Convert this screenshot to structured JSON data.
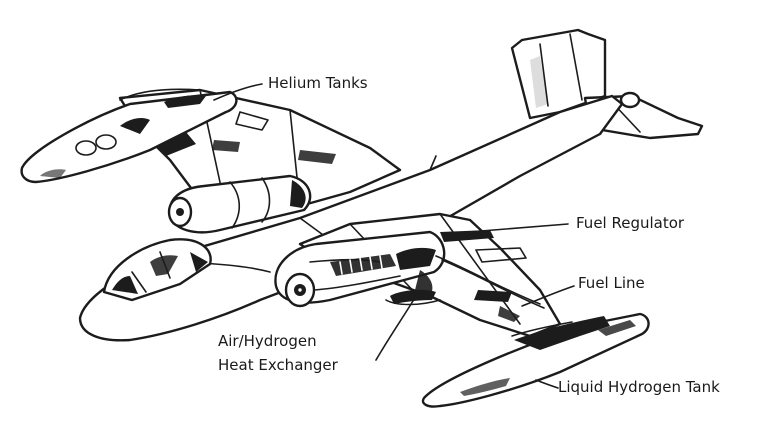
{
  "labels": {
    "helium_tanks": "Helium Tanks",
    "fuel_regulator": "Fuel Regulator",
    "fuel_line": "Fuel Line",
    "heat_exchanger_line1": "Air/Hydrogen",
    "heat_exchanger_line2": "Heat Exchanger",
    "liquid_hydrogen_tank": "Liquid Hydrogen Tank"
  },
  "colors": {
    "ink": "#1c1c1c",
    "paper": "#ffffff"
  }
}
